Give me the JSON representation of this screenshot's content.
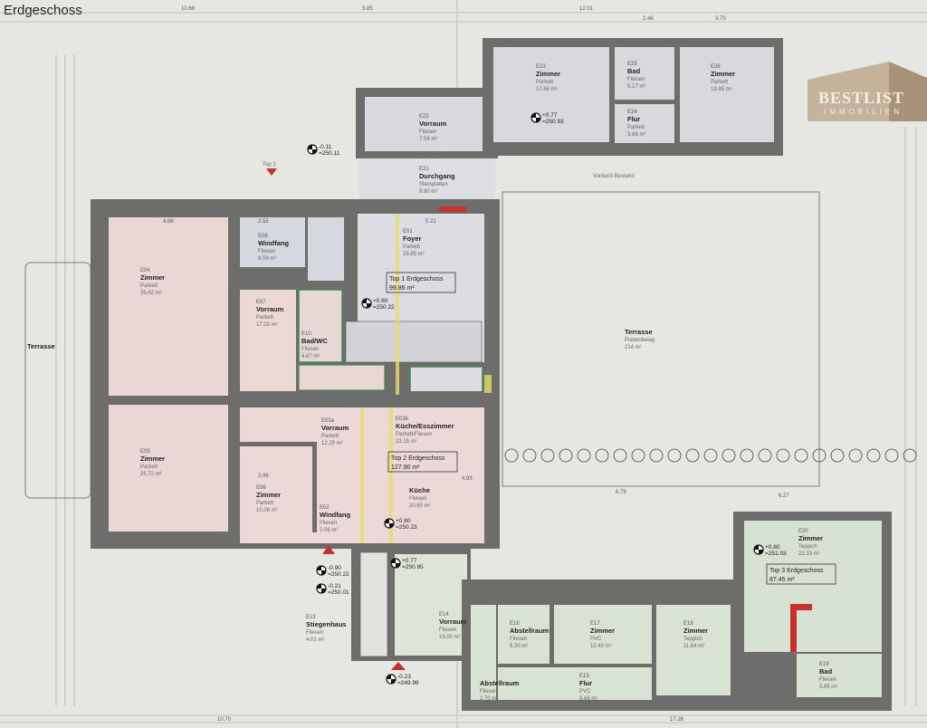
{
  "title": "Erdgeschoss",
  "logo": {
    "line1": "BESTLIST",
    "line2": "IMMOBILIEN"
  },
  "colors": {
    "paper": "#e6e7e3",
    "wall": "#6d6d6b",
    "top1": "#dcdde3",
    "top2": "#ead7d5",
    "top3": "#d8e2d2",
    "accent_red": "#c8322b",
    "marker_yellow": "#e6df6a"
  },
  "rooms": [
    {
      "id": "E04",
      "name": "Zimmer",
      "floor": "Parkett",
      "area": "35.62 m²"
    },
    {
      "id": "E05",
      "name": "Zimmer",
      "floor": "Parkett",
      "area": "25.72 m²"
    },
    {
      "id": "E08",
      "name": "Windfang",
      "floor": "Fliesen",
      "area": "8.59 m²"
    },
    {
      "id": "E07",
      "name": "Vorraum",
      "floor": "Parkett",
      "area": "17.02 m²"
    },
    {
      "id": "E10",
      "name": "Bad/WC",
      "floor": "Fliesen",
      "area": "4.87 m²"
    },
    {
      "id": "E01",
      "name": "Foyer",
      "floor": "Parkett",
      "area": "29.85 m²"
    },
    {
      "id": "E03a",
      "name": "Vorraum",
      "floor": "Parkett",
      "area": "12.25 m²"
    },
    {
      "id": "E03b",
      "name": "Küche/Esszimmer",
      "floor": "Parkett/Fliesen",
      "area": "23.15 m²"
    },
    {
      "id": "E06",
      "name": "Zimmer",
      "floor": "Parkett",
      "area": "10.06 m²"
    },
    {
      "id": "E02",
      "name": "Windfang",
      "floor": "Fliesen",
      "area": "3.06 m²"
    },
    {
      "id": "",
      "name": "Küche",
      "floor": "Fliesen",
      "area": "20.60 m²"
    },
    {
      "id": "E22",
      "name": "Vorraum",
      "floor": "Fliesen",
      "area": "7.58 m²"
    },
    {
      "id": "E21",
      "name": "Durchgang",
      "floor": "Steinplatten",
      "area": "9.90 m²"
    },
    {
      "id": "E23",
      "name": "Zimmer",
      "floor": "Parkett",
      "area": "17.66 m²"
    },
    {
      "id": "E25",
      "name": "Bad",
      "floor": "Fliesen",
      "area": "5.17 m²"
    },
    {
      "id": "E24",
      "name": "Flur",
      "floor": "Parkett",
      "area": "3.68 m²"
    },
    {
      "id": "E26",
      "name": "Zimmer",
      "floor": "Parkett",
      "area": "13.95 m²"
    },
    {
      "id": "",
      "name": "Terrasse",
      "floor": "Plattenbelag",
      "area": "214 m²"
    },
    {
      "id": "E13",
      "name": "Stiegenhaus",
      "floor": "Fliesen",
      "area": "4.01 m²"
    },
    {
      "id": "E14",
      "name": "Vorraum",
      "floor": "Fliesen",
      "area": "13.00 m²"
    },
    {
      "id": "E16",
      "name": "Abstellraum",
      "floor": "Fliesen",
      "area": "5.30 m²"
    },
    {
      "id": "E17",
      "name": "Zimmer",
      "floor": "PVC",
      "area": "10.40 m²"
    },
    {
      "id": "E18",
      "name": "Zimmer",
      "floor": "Teppich",
      "area": "11.64 m²"
    },
    {
      "id": "E15",
      "name": "Flur",
      "floor": "PVC",
      "area": "8.66 m²"
    },
    {
      "id": "E20",
      "name": "Zimmer",
      "floor": "Teppich",
      "area": "22.33 m²"
    },
    {
      "id": "E19",
      "name": "Bad",
      "floor": "Fliesen",
      "area": "5.65 m²"
    },
    {
      "id": "",
      "name": "Abstellraum",
      "floor": "Fliesen",
      "area": "2.70 m²"
    }
  ],
  "units": [
    {
      "label": "Top 1 Erdgeschoss",
      "area": "99.86 m²"
    },
    {
      "label": "Top 2 Erdgeschoss",
      "area": "127.90 m²"
    },
    {
      "label": "Top 3 Erdgeschoss",
      "area": "87.45 m²"
    }
  ],
  "elevations": [
    {
      "rel": "+0.80",
      "abs": "=250.22"
    },
    {
      "rel": "+0.77",
      "abs": "=250.93"
    },
    {
      "rel": "-0.11",
      "abs": "=250.11"
    },
    {
      "rel": "+0.80",
      "abs": "=250.23"
    },
    {
      "rel": "+0.77",
      "abs": "=250.95"
    },
    {
      "rel": "-0.90",
      "abs": "=250.22"
    },
    {
      "rel": "-0.21",
      "abs": "=250.01"
    },
    {
      "rel": "-0.23",
      "abs": "=249.99"
    },
    {
      "rel": "+0.80",
      "abs": "=251.03"
    }
  ],
  "labels": {
    "terrace_left": "Terrasse",
    "vordach": "Vordach Bestand",
    "top_marker_1": "Top 1"
  },
  "dimensions": {
    "top": [
      "10.68",
      "5.85",
      "12.01",
      "2.46",
      "3.70"
    ],
    "bottom": [
      "10.70",
      "17.28"
    ],
    "inner": [
      "4.88",
      "2.55",
      "5.21",
      "2.96",
      "4.93",
      "6.79",
      "6.27"
    ]
  }
}
